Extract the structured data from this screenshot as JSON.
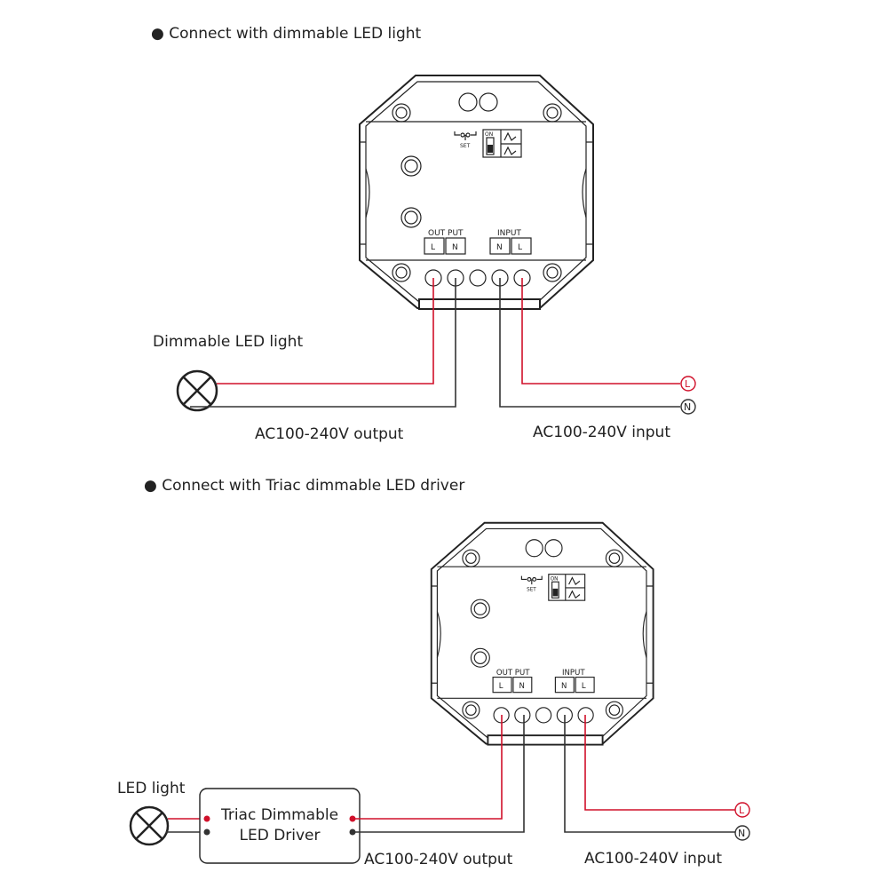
{
  "sections": [
    {
      "heading": "● Connect with dimmable LED light",
      "load_label": "Dimmable LED light",
      "output_label": "AC100-240V output",
      "input_label": "AC100-240V input"
    },
    {
      "heading": "● Connect with Triac dimmable LED driver",
      "load_label": "LED light",
      "driver_line1": "Triac Dimmable",
      "driver_line2": "LED Driver",
      "output_label": "AC100-240V output",
      "input_label": "AC100-240V input"
    }
  ],
  "device": {
    "output_group": "OUT PUT",
    "output_terminals": [
      "L",
      "N"
    ],
    "input_group": "INPUT",
    "input_terminals": [
      "N",
      "L"
    ],
    "set_label": "SET",
    "switch_on": "ON"
  },
  "mains": {
    "live": "L",
    "neutral": "N"
  },
  "colors": {
    "live_wire": "#d0102a",
    "neutral_wire": "#333333"
  }
}
